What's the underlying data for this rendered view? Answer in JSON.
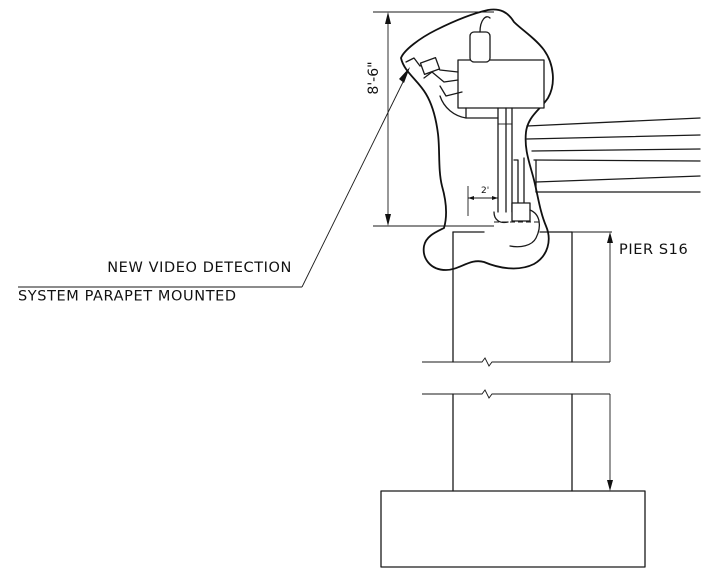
{
  "callout": {
    "line1": "NEW VIDEO DETECTION",
    "line2": "SYSTEM PARAPET MOUNTED"
  },
  "pier_label": "PIER S16",
  "dimensions": {
    "height": "8'-6\"",
    "offset": "2'"
  }
}
